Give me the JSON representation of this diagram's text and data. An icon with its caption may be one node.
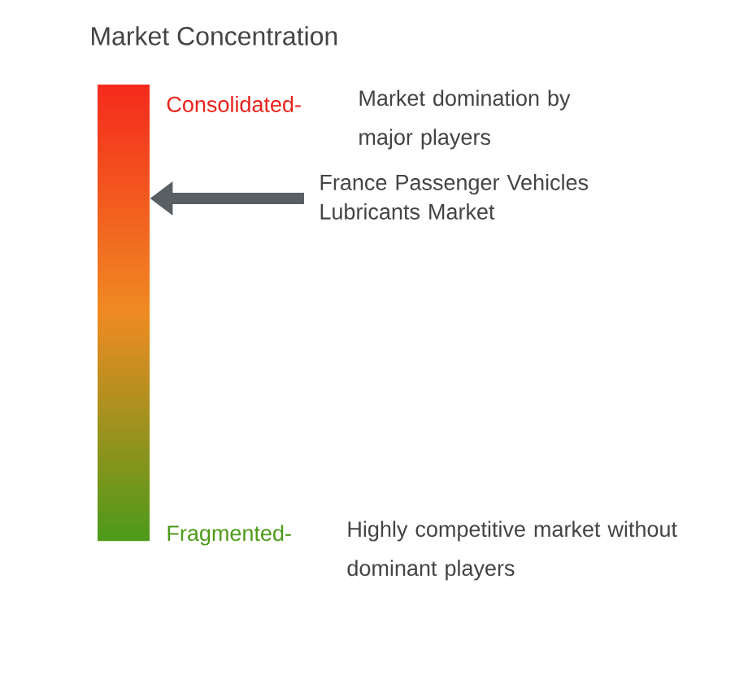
{
  "diagram": {
    "title": "Market Concentration",
    "nodes": [
      {
        "text": [],
        "shape": "bar"
      },
      {
        "text": [
          "France Passenger Vehicles Lubricants Market"
        ]
      }
    ],
    "edges": [
      {
        "from": 1,
        "to": 0,
        "arrow": "to"
      }
    ],
    "labels": [
      "Consolidated-",
      "Market domination by major players",
      "Fragmented-",
      "Highly competitive market without dominant players"
    ]
  }
}
